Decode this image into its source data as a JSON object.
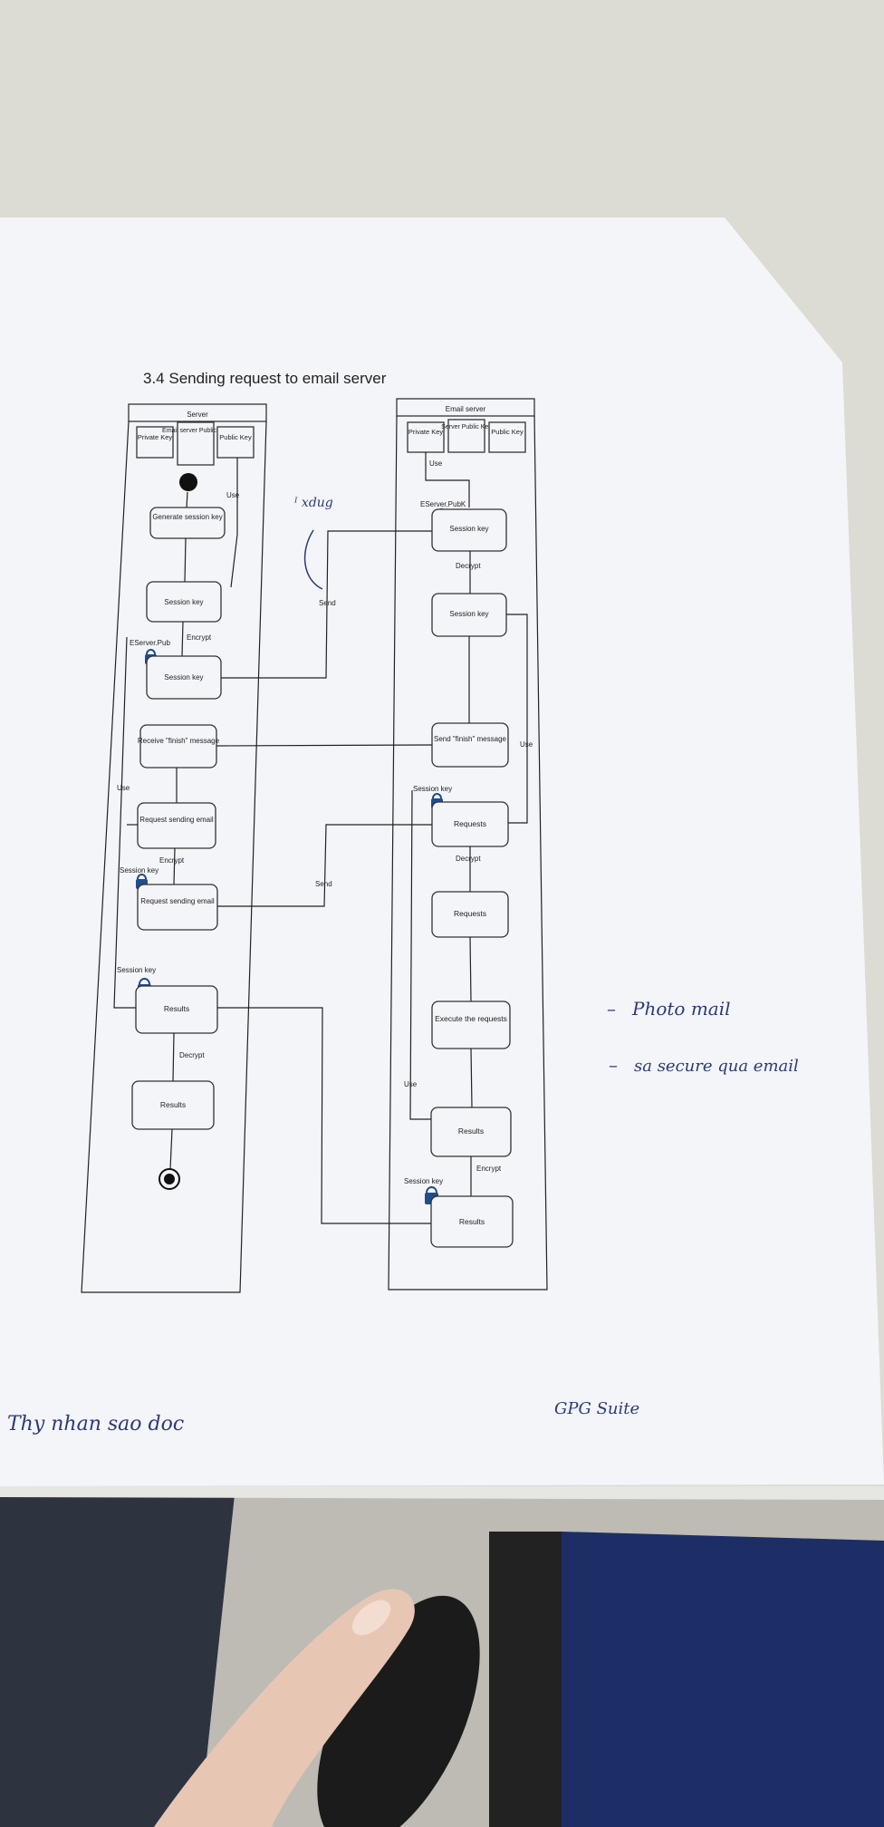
{
  "section_title": "3.4 Sending request to email server",
  "server": {
    "lane_title": "Server",
    "keys": [
      "Private Key",
      "Email server Public Key",
      "Public Key"
    ],
    "use_label_top": "Use",
    "use_label_left": "Use",
    "nodes": {
      "generate": "Generate session key",
      "session_key_1": "Session key",
      "eserver_pub": "EServer.Pub",
      "encrypt_1": "Encrypt",
      "session_key_2": "Session key",
      "receive_finish": "Receive \"finish\" message",
      "request_sending_1": "Request sending email",
      "encrypt_2": "Encrypt",
      "session_key_label_1": "Session key",
      "request_sending_2": "Request sending email",
      "session_key_label_2": "Session key",
      "results_1": "Results",
      "decrypt": "Decrypt",
      "results_2": "Results"
    }
  },
  "email_server": {
    "lane_title": "Email server",
    "keys": [
      "Private Key",
      "Server Public Key",
      "Public Key"
    ],
    "use_label_1": "Use",
    "use_label_right": "Use",
    "use_label_left": "Use",
    "nodes": {
      "eserver_pubk": "EServer.PubK",
      "session_key_1": "Session key",
      "decrypt_1": "Decrypt",
      "session_key_2": "Session key",
      "send_finish": "Send \"finish\" message",
      "session_key_label_1": "Session key",
      "requests_1": "Requests",
      "decrypt_2": "Decrypt",
      "requests_2": "Requests",
      "execute": "Execute the requests",
      "results_1": "Results",
      "encrypt": "Encrypt",
      "session_key_label_2": "Session key",
      "results_2": "Results"
    }
  },
  "flow_labels": {
    "send_1": "Send",
    "send_2": "Send"
  },
  "handwritten": {
    "note_top": "ᴵ xdug",
    "note_right_1": "Photo mail",
    "note_right_2": "sa secure qua email",
    "note_gpg": "GPG Suite",
    "note_bottom": "Thy nhan sao doc"
  },
  "colors": {
    "paper": "#f4f5f9",
    "ink": "#2e3a78",
    "lock": "#1f4e8c",
    "desk": "#d8d7d0"
  }
}
